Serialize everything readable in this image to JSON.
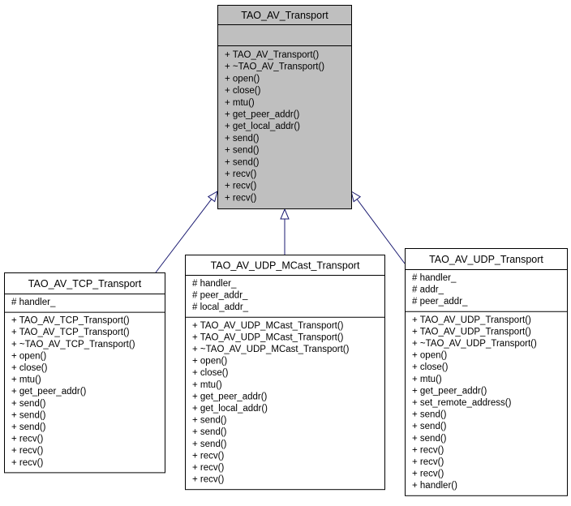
{
  "diagram": {
    "classes": [
      {
        "id": "base",
        "name": "TAO_AV_Transport",
        "highlighted": true,
        "attributes": [],
        "methods": [
          "+ TAO_AV_Transport()",
          "+ ~TAO_AV_Transport()",
          "+ open()",
          "+ close()",
          "+ mtu()",
          "+ get_peer_addr()",
          "+ get_local_addr()",
          "+ send()",
          "+ send()",
          "+ send()",
          "+ recv()",
          "+ recv()",
          "+ recv()"
        ]
      },
      {
        "id": "tcp",
        "name": "TAO_AV_TCP_Transport",
        "highlighted": false,
        "attributes": [
          "# handler_"
        ],
        "methods": [
          "+ TAO_AV_TCP_Transport()",
          "+ TAO_AV_TCP_Transport()",
          "+ ~TAO_AV_TCP_Transport()",
          "+ open()",
          "+ close()",
          "+ mtu()",
          "+ get_peer_addr()",
          "+ send()",
          "+ send()",
          "+ send()",
          "+ recv()",
          "+ recv()",
          "+ recv()"
        ]
      },
      {
        "id": "mcast",
        "name": "TAO_AV_UDP_MCast_Transport",
        "highlighted": false,
        "attributes": [
          "# handler_",
          "# peer_addr_",
          "# local_addr_"
        ],
        "methods": [
          "+ TAO_AV_UDP_MCast_Transport()",
          "+ TAO_AV_UDP_MCast_Transport()",
          "+ ~TAO_AV_UDP_MCast_Transport()",
          "+ open()",
          "+ close()",
          "+ mtu()",
          "+ get_peer_addr()",
          "+ get_local_addr()",
          "+ send()",
          "+ send()",
          "+ send()",
          "+ recv()",
          "+ recv()",
          "+ recv()"
        ]
      },
      {
        "id": "udp",
        "name": "TAO_AV_UDP_Transport",
        "highlighted": false,
        "attributes": [
          "# handler_",
          "# addr_",
          "# peer_addr_"
        ],
        "methods": [
          "+ TAO_AV_UDP_Transport()",
          "+ TAO_AV_UDP_Transport()",
          "+ ~TAO_AV_UDP_Transport()",
          "+ open()",
          "+ close()",
          "+ mtu()",
          "+ get_peer_addr()",
          "+ set_remote_address()",
          "+ send()",
          "+ send()",
          "+ send()",
          "+ recv()",
          "+ recv()",
          "+ recv()",
          "+ handler()"
        ]
      }
    ],
    "inheritance": [
      {
        "from": "tcp",
        "to": "base"
      },
      {
        "from": "mcast",
        "to": "base"
      },
      {
        "from": "udp",
        "to": "base"
      }
    ],
    "colors": {
      "highlight_fill": "#bfbfbf",
      "box_fill": "#ffffff",
      "edge": "#191970"
    }
  }
}
